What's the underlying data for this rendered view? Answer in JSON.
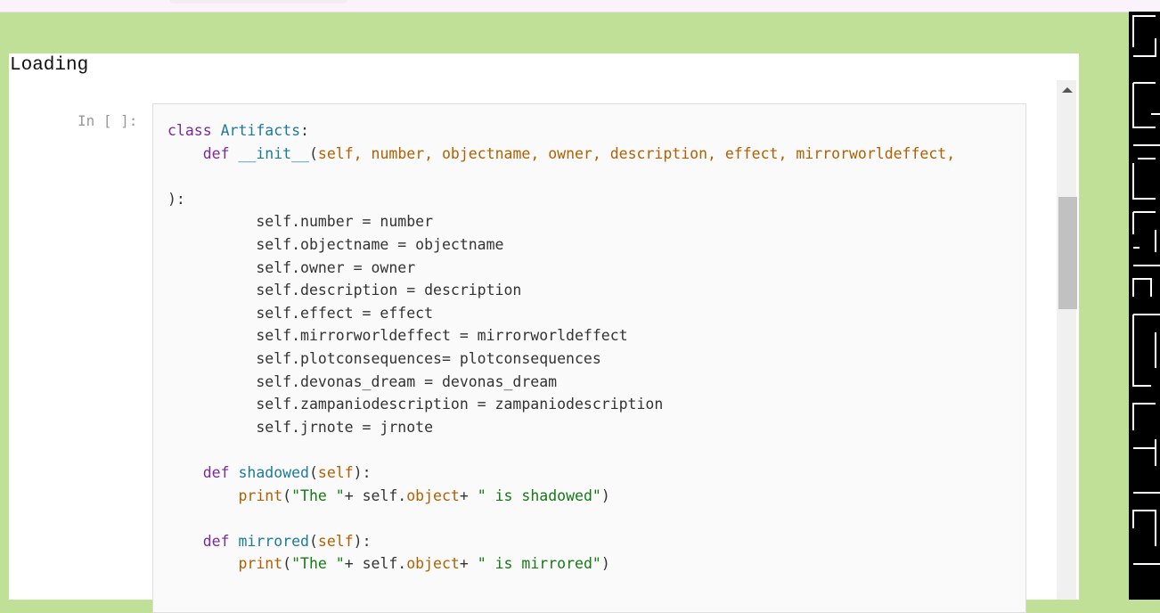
{
  "header": {
    "loading_text": "Loading"
  },
  "cell": {
    "prompt": "In [ ]:",
    "lines": [
      [
        [
          "kw",
          "class "
        ],
        [
          "cl",
          "Artifacts"
        ],
        [
          "",
          ""
        ],
        [
          "",
          ":"
        ]
      ],
      [
        [
          "",
          "    "
        ],
        [
          "kw",
          "def "
        ],
        [
          "fn",
          "__init__"
        ],
        [
          "",
          "("
        ],
        [
          "pr",
          "self, number, objectname, owner, description, effect, mirrorworldeffect,"
        ]
      ],
      [],
      [
        [
          "",
          "):"
        ]
      ],
      [
        [
          "",
          "          self.number = number"
        ]
      ],
      [
        [
          "",
          "          self.objectname = objectname"
        ]
      ],
      [
        [
          "",
          "          self.owner = owner"
        ]
      ],
      [
        [
          "",
          "          self.description = description"
        ]
      ],
      [
        [
          "",
          "          self.effect = effect"
        ]
      ],
      [
        [
          "",
          "          self.mirrorworldeffect = mirrorworldeffect"
        ]
      ],
      [
        [
          "",
          "          self.plotconsequences= plotconsequences"
        ]
      ],
      [
        [
          "",
          "          self.devonas_dream = devonas_dream"
        ]
      ],
      [
        [
          "",
          "          self.zampaniodescription = zampaniodescription"
        ]
      ],
      [
        [
          "",
          "          self.jrnote = jrnote"
        ]
      ],
      [],
      [
        [
          "",
          "    "
        ],
        [
          "kw",
          "def "
        ],
        [
          "fn",
          "shadowed"
        ],
        [
          "",
          "("
        ],
        [
          "pr",
          "self"
        ],
        [
          "",
          "):"
        ]
      ],
      [
        [
          "",
          "        "
        ],
        [
          "pr",
          "print"
        ],
        [
          "",
          "("
        ],
        [
          "st",
          "\"The \""
        ],
        [
          "",
          "+ self."
        ],
        [
          "pr",
          "object"
        ],
        [
          "",
          "+ "
        ],
        [
          "st",
          "\" is shadowed\""
        ],
        [
          "",
          ")"
        ]
      ],
      [],
      [
        [
          "",
          "    "
        ],
        [
          "kw",
          "def "
        ],
        [
          "fn",
          "mirrored"
        ],
        [
          "",
          "("
        ],
        [
          "pr",
          "self"
        ],
        [
          "",
          "):"
        ]
      ],
      [
        [
          "",
          "        "
        ],
        [
          "pr",
          "print"
        ],
        [
          "",
          "("
        ],
        [
          "st",
          "\"The \""
        ],
        [
          "",
          "+ self."
        ],
        [
          "pr",
          "object"
        ],
        [
          "",
          "+ "
        ],
        [
          "st",
          "\" is mirrored\""
        ],
        [
          "",
          ")"
        ]
      ]
    ]
  }
}
